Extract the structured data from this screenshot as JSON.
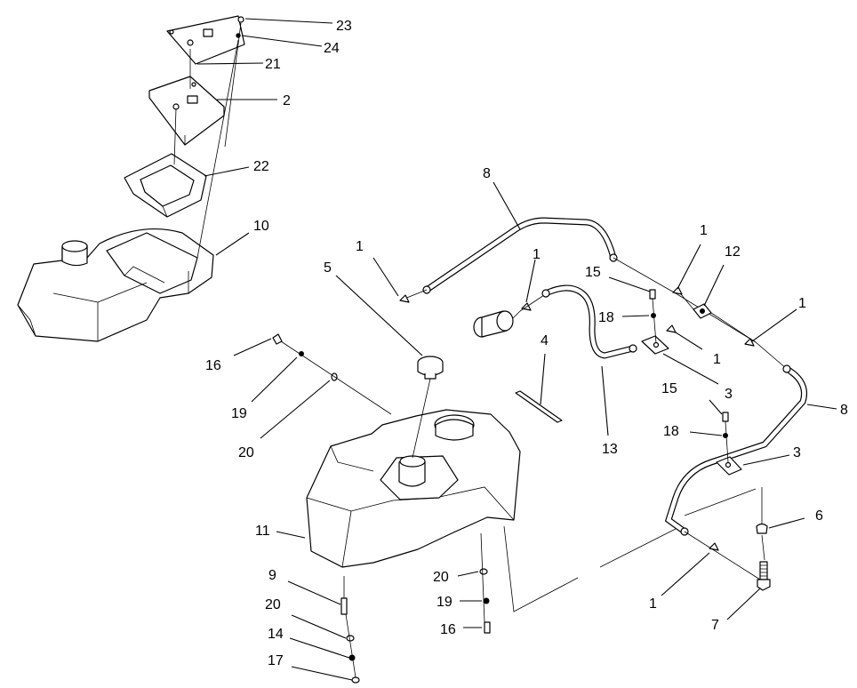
{
  "callouts": [
    {
      "label": "23"
    },
    {
      "label": "24"
    },
    {
      "label": "21"
    },
    {
      "label": "2"
    },
    {
      "label": "22"
    },
    {
      "label": "10"
    },
    {
      "label": "8"
    },
    {
      "label": "1"
    },
    {
      "label": "5"
    },
    {
      "label": "1"
    },
    {
      "label": "15"
    },
    {
      "label": "1"
    },
    {
      "label": "12"
    },
    {
      "label": "18"
    },
    {
      "label": "4"
    },
    {
      "label": "1"
    },
    {
      "label": "1"
    },
    {
      "label": "16"
    },
    {
      "label": "3"
    },
    {
      "label": "15"
    },
    {
      "label": "8"
    },
    {
      "label": "19"
    },
    {
      "label": "18"
    },
    {
      "label": "13"
    },
    {
      "label": "20"
    },
    {
      "label": "3"
    },
    {
      "label": "6"
    },
    {
      "label": "11"
    },
    {
      "label": "9"
    },
    {
      "label": "20"
    },
    {
      "label": "19"
    },
    {
      "label": "20"
    },
    {
      "label": "1"
    },
    {
      "label": "16"
    },
    {
      "label": "7"
    },
    {
      "label": "14"
    },
    {
      "label": "17"
    }
  ]
}
